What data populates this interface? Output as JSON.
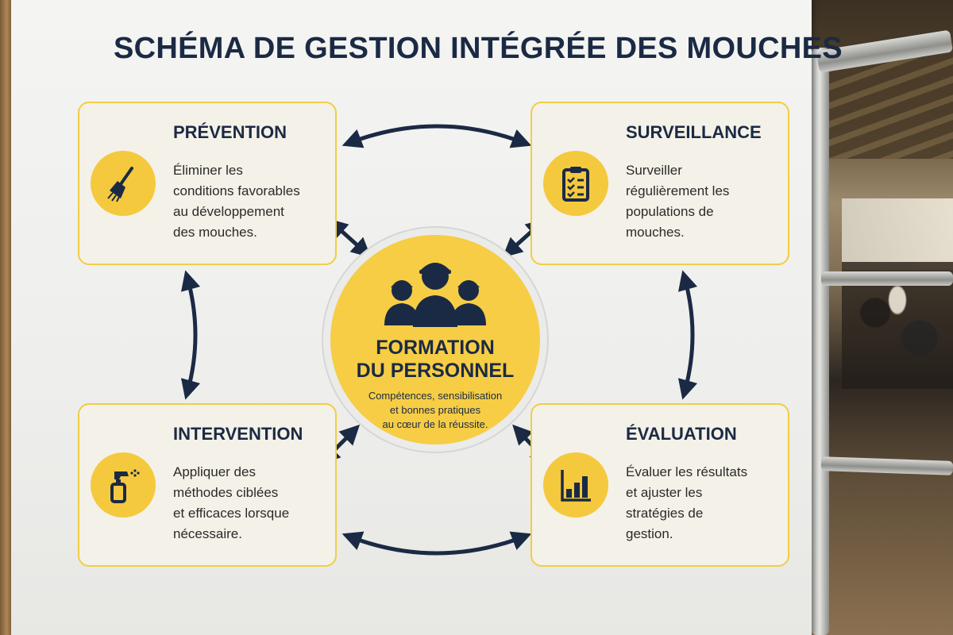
{
  "title": "SCHÉMA DE GESTION INTÉGRÉE DES MOUCHES",
  "center": {
    "title_line1": "FORMATION",
    "title_line2": "DU PERSONNEL",
    "text_line1": "Compétences, sensibilisation",
    "text_line2": "et bonnes pratiques",
    "text_line3": "au cœur de la réussite.",
    "icon": "team-icon"
  },
  "cards": [
    {
      "id": "prevention",
      "title": "PRÉVENTION",
      "lines": [
        "Éliminer les",
        "conditions favorables",
        "au développement",
        "des mouches."
      ],
      "icon": "broom-icon"
    },
    {
      "id": "surveillance",
      "title": "SURVEILLANCE",
      "lines": [
        "Surveiller",
        "régulièrement les",
        "populations de",
        "mouches."
      ],
      "icon": "clipboard-checklist-icon"
    },
    {
      "id": "intervention",
      "title": "INTERVENTION",
      "lines": [
        "Appliquer des",
        "méthodes ciblées",
        "et efficaces lorsque",
        "nécessaire."
      ],
      "icon": "spray-bottle-icon"
    },
    {
      "id": "evaluation",
      "title": "ÉVALUATION",
      "lines": [
        "Évaluer les résultats",
        "et ajuster les",
        "stratégies de",
        "gestion."
      ],
      "icon": "bar-chart-icon"
    }
  ],
  "colors": {
    "accent": "#f4c93e",
    "navy": "#1b2a44",
    "card_border": "#f1cd47",
    "card_bg": "#f4f1e8",
    "board": "#eeeeec"
  }
}
